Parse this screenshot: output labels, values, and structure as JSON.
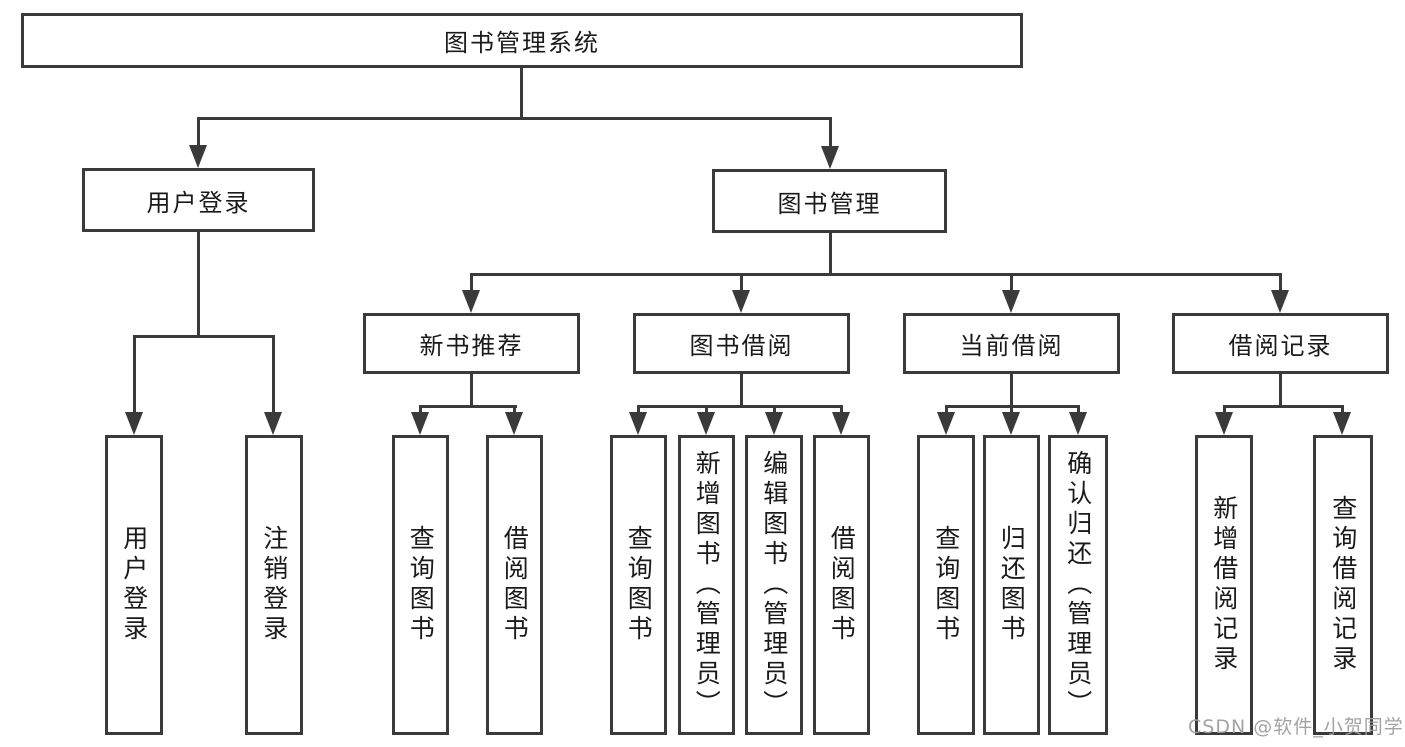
{
  "diagram": {
    "root": {
      "label": "图书管理系统"
    },
    "branches": [
      {
        "label": "用户登录",
        "children": [
          {
            "label": "用户登录"
          },
          {
            "label": "注销登录"
          }
        ]
      },
      {
        "label": "图书管理",
        "children": [
          {
            "label": "新书推荐",
            "children": [
              {
                "label": "查询图书"
              },
              {
                "label": "借阅图书"
              }
            ]
          },
          {
            "label": "图书借阅",
            "children": [
              {
                "label": "查询图书"
              },
              {
                "label": "新增图书（管理员）"
              },
              {
                "label": "编辑图书（管理员）"
              },
              {
                "label": "借阅图书"
              }
            ]
          },
          {
            "label": "当前借阅",
            "children": [
              {
                "label": "查询图书"
              },
              {
                "label": "归还图书"
              },
              {
                "label": "确认归还（管理员）"
              }
            ]
          },
          {
            "label": "借阅记录",
            "children": [
              {
                "label": "新增借阅记录"
              },
              {
                "label": "查询借阅记录"
              }
            ]
          }
        ]
      }
    ]
  },
  "watermark": "CSDN @软件_小贺同学",
  "colors": {
    "line": "#3a3a3a",
    "text": "#1a1a1a",
    "background": "#ffffff",
    "watermark": "#9e9e9e"
  }
}
